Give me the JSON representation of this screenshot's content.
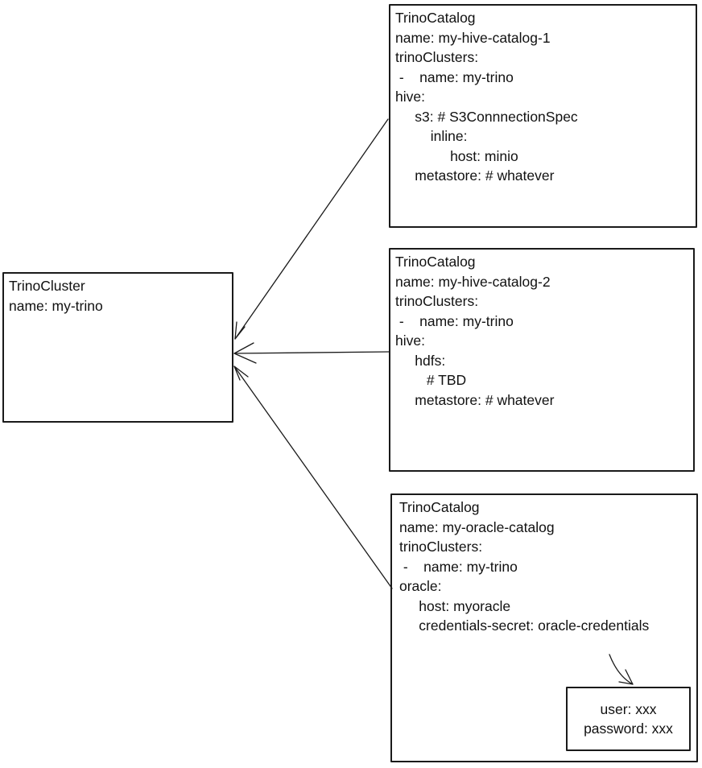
{
  "diagram": {
    "colors": {
      "stroke": "#1a1a1a",
      "background": "#ffffff",
      "text": "#111111"
    },
    "cluster_node": {
      "text": "TrinoCluster\nname: my-trino"
    },
    "catalog_nodes": [
      {
        "text": "TrinoCatalog\nname: my-hive-catalog-1\ntrinoClusters:\n -    name: my-trino\nhive:\n     s3: # S3ConnnectionSpec\n         inline:\n              host: minio\n     metastore: # whatever"
      },
      {
        "text": "TrinoCatalog\nname: my-hive-catalog-2\ntrinoClusters:\n -    name: my-trino\nhive:\n     hdfs:\n        # TBD\n     metastore: # whatever"
      },
      {
        "text": "TrinoCatalog\nname: my-oracle-catalog\ntrinoClusters:\n -    name: my-trino\noracle:\n     host: myoracle\n     credentials-secret: oracle-credentials"
      }
    ],
    "secret_node": {
      "text": "user: xxx\npassword: xxx"
    }
  }
}
